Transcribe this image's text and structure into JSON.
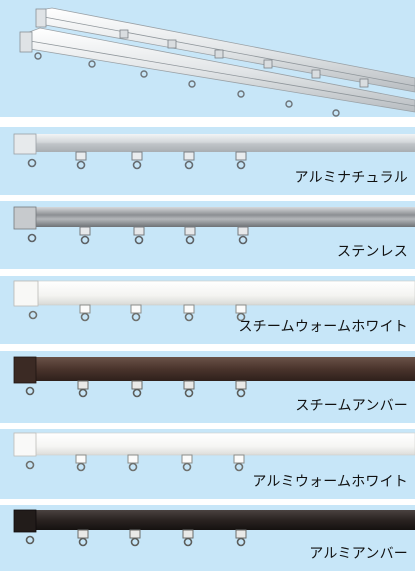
{
  "colors": {
    "background": "#c7e6f8",
    "aluminum_natural": "#cfd3d6",
    "stainless": "#9c9fa3",
    "steam_warm_white": "#f4f4f1",
    "steam_amber": "#4a342c",
    "aluminum_warm_white": "#f6f6f4",
    "aluminum_amber": "#2a2321"
  },
  "products": [
    {
      "label": "アルミナチュラル",
      "color_key": "aluminum_natural"
    },
    {
      "label": "ステンレス",
      "color_key": "stainless"
    },
    {
      "label": "スチームウォームホワイト",
      "color_key": "steam_warm_white"
    },
    {
      "label": "スチームアンバー",
      "color_key": "steam_amber"
    },
    {
      "label": "アルミウォームホワイト",
      "color_key": "aluminum_warm_white"
    },
    {
      "label": "アルミアンバー",
      "color_key": "aluminum_amber"
    }
  ]
}
